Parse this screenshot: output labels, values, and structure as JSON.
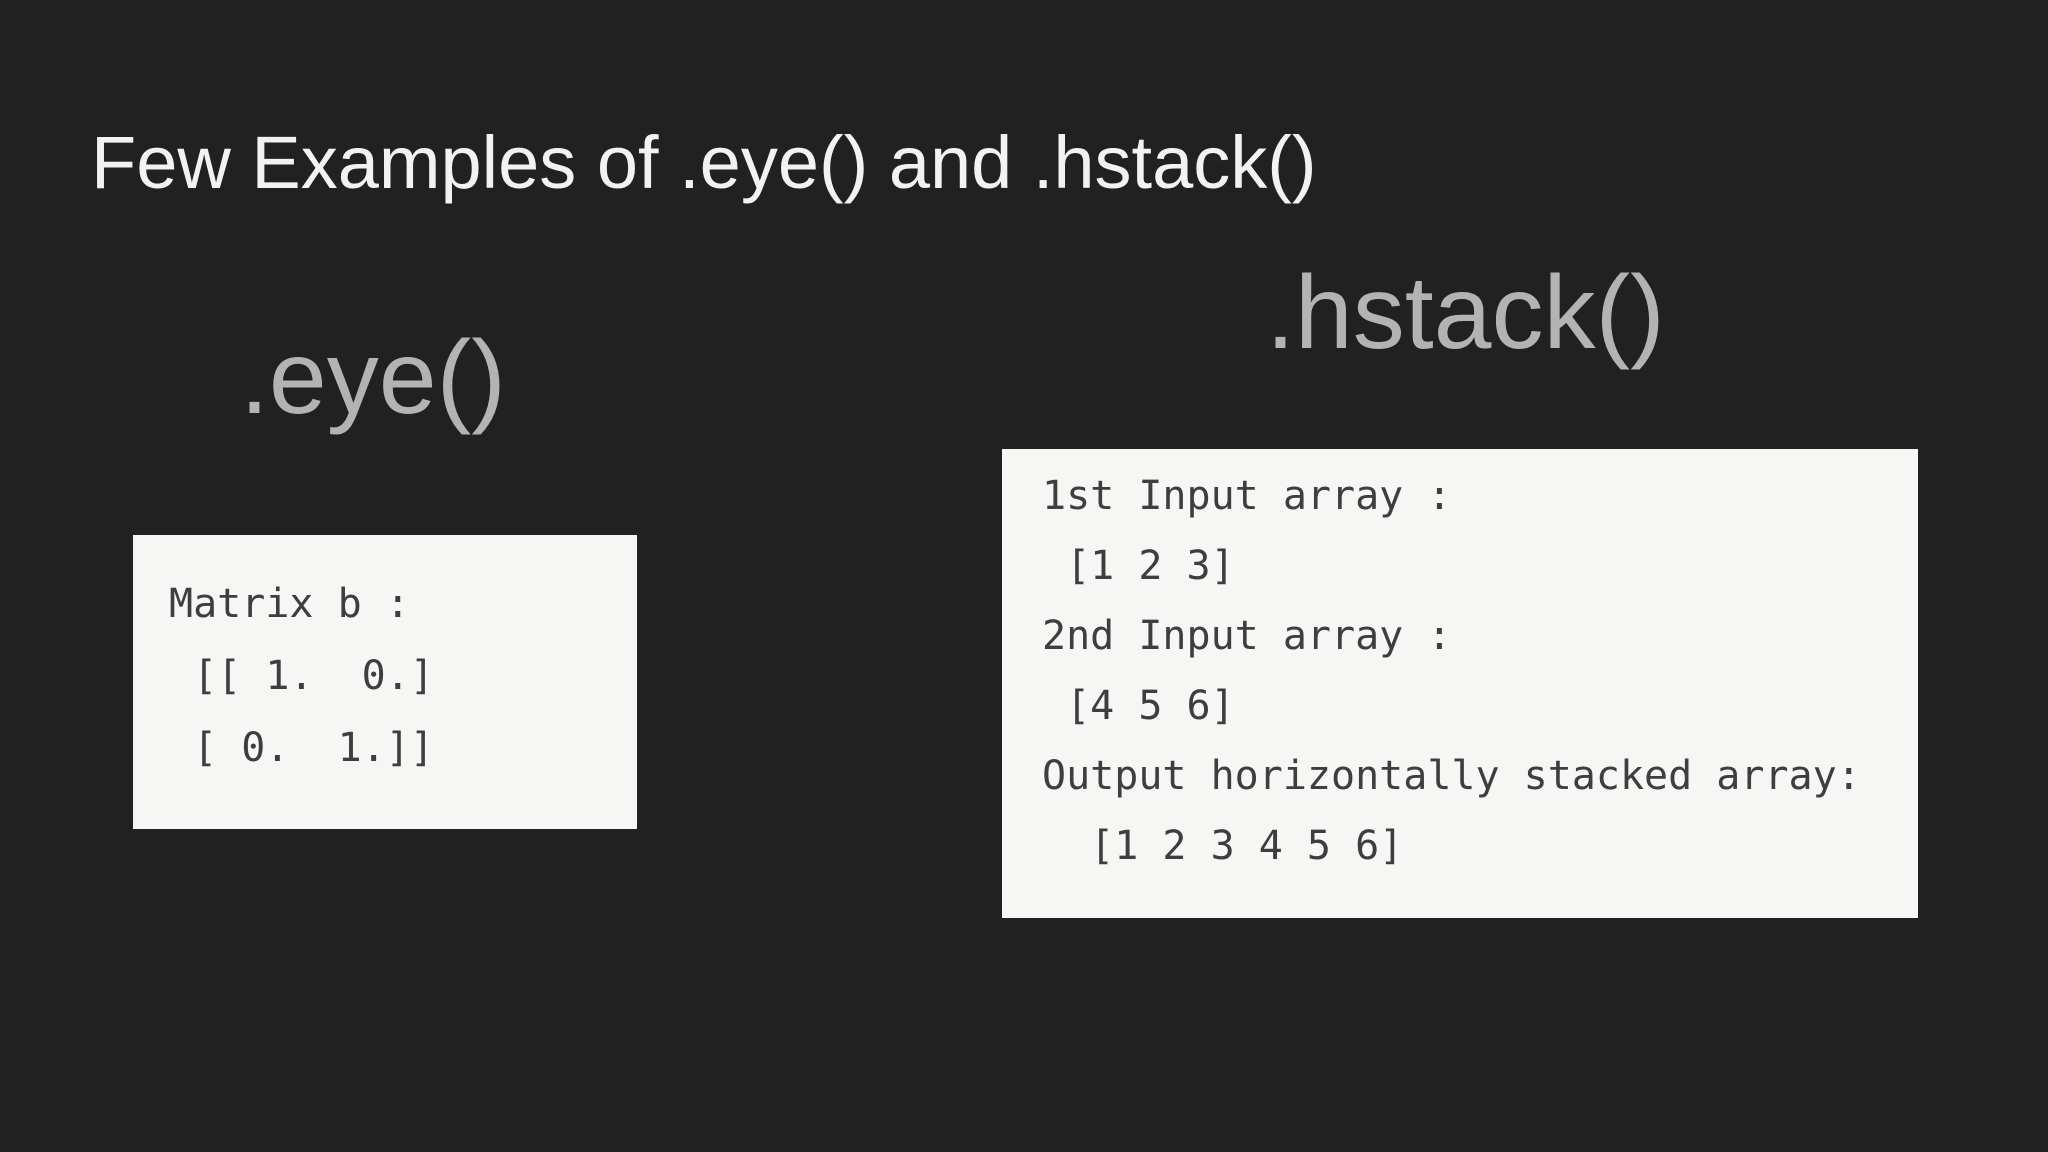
{
  "slide": {
    "title": "Few Examples of .eye() and .hstack()",
    "eye": {
      "heading": ".eye()",
      "code_lines": [
        "Matrix b :",
        " [[ 1.  0.]",
        " [ 0.  1.]]"
      ]
    },
    "hstack": {
      "heading": ".hstack()",
      "code_lines": [
        "1st Input array :",
        " [1 2 3]",
        "2nd Input array :",
        " [4 5 6]",
        "Output horizontally stacked array:",
        "  [1 2 3 4 5 6]"
      ]
    },
    "colors": {
      "background": "#212122",
      "title_text": "#f2f2f2",
      "heading_text": "#b3b3b3",
      "code_bg": "#f6f6f4",
      "code_text": "#3e3e3e"
    }
  }
}
